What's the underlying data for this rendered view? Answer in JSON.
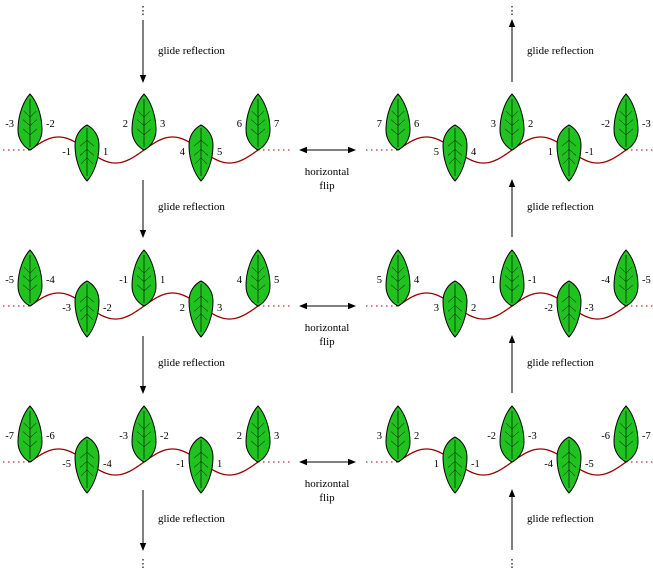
{
  "labels": {
    "glide_reflection": "glide reflection",
    "horizontal": "horizontal",
    "flip": "flip",
    "ellipsis": "⋮"
  },
  "colors": {
    "leaf_fill": "#1fc21f",
    "leaf_stroke": "#000000",
    "curve": "#990000",
    "arrow": "#000000"
  },
  "strips": [
    {
      "id": "left-1",
      "up_leaves": [
        {
          "left": "-3",
          "right": "-2"
        },
        {
          "left": "2",
          "right": "3"
        },
        {
          "left": "6",
          "right": "7"
        }
      ],
      "down_leaves": [
        {
          "left": "-1",
          "right": "1"
        },
        {
          "left": "4",
          "right": "5"
        }
      ]
    },
    {
      "id": "left-2",
      "up_leaves": [
        {
          "left": "-5",
          "right": "-4"
        },
        {
          "left": "-1",
          "right": "1"
        },
        {
          "left": "4",
          "right": "5"
        }
      ],
      "down_leaves": [
        {
          "left": "-3",
          "right": "-2"
        },
        {
          "left": "2",
          "right": "3"
        }
      ]
    },
    {
      "id": "left-3",
      "up_leaves": [
        {
          "left": "-7",
          "right": "-6"
        },
        {
          "left": "-3",
          "right": "-2"
        },
        {
          "left": "2",
          "right": "3"
        }
      ],
      "down_leaves": [
        {
          "left": "-5",
          "right": "-4"
        },
        {
          "left": "-1",
          "right": "1"
        }
      ]
    },
    {
      "id": "right-1",
      "up_leaves": [
        {
          "left": "7",
          "right": "6"
        },
        {
          "left": "3",
          "right": "2"
        },
        {
          "left": "-2",
          "right": "-3"
        }
      ],
      "down_leaves": [
        {
          "left": "5",
          "right": "4"
        },
        {
          "left": "1",
          "right": "-1"
        }
      ]
    },
    {
      "id": "right-2",
      "up_leaves": [
        {
          "left": "5",
          "right": "4"
        },
        {
          "left": "1",
          "right": "-1"
        },
        {
          "left": "-4",
          "right": "-5"
        }
      ],
      "down_leaves": [
        {
          "left": "3",
          "right": "2"
        },
        {
          "left": "-2",
          "right": "-3"
        }
      ]
    },
    {
      "id": "right-3",
      "up_leaves": [
        {
          "left": "3",
          "right": "2"
        },
        {
          "left": "-2",
          "right": "-3"
        },
        {
          "left": "-6",
          "right": "-7"
        }
      ],
      "down_leaves": [
        {
          "left": "1",
          "right": "-1"
        },
        {
          "left": "-4",
          "right": "-5"
        }
      ]
    }
  ]
}
